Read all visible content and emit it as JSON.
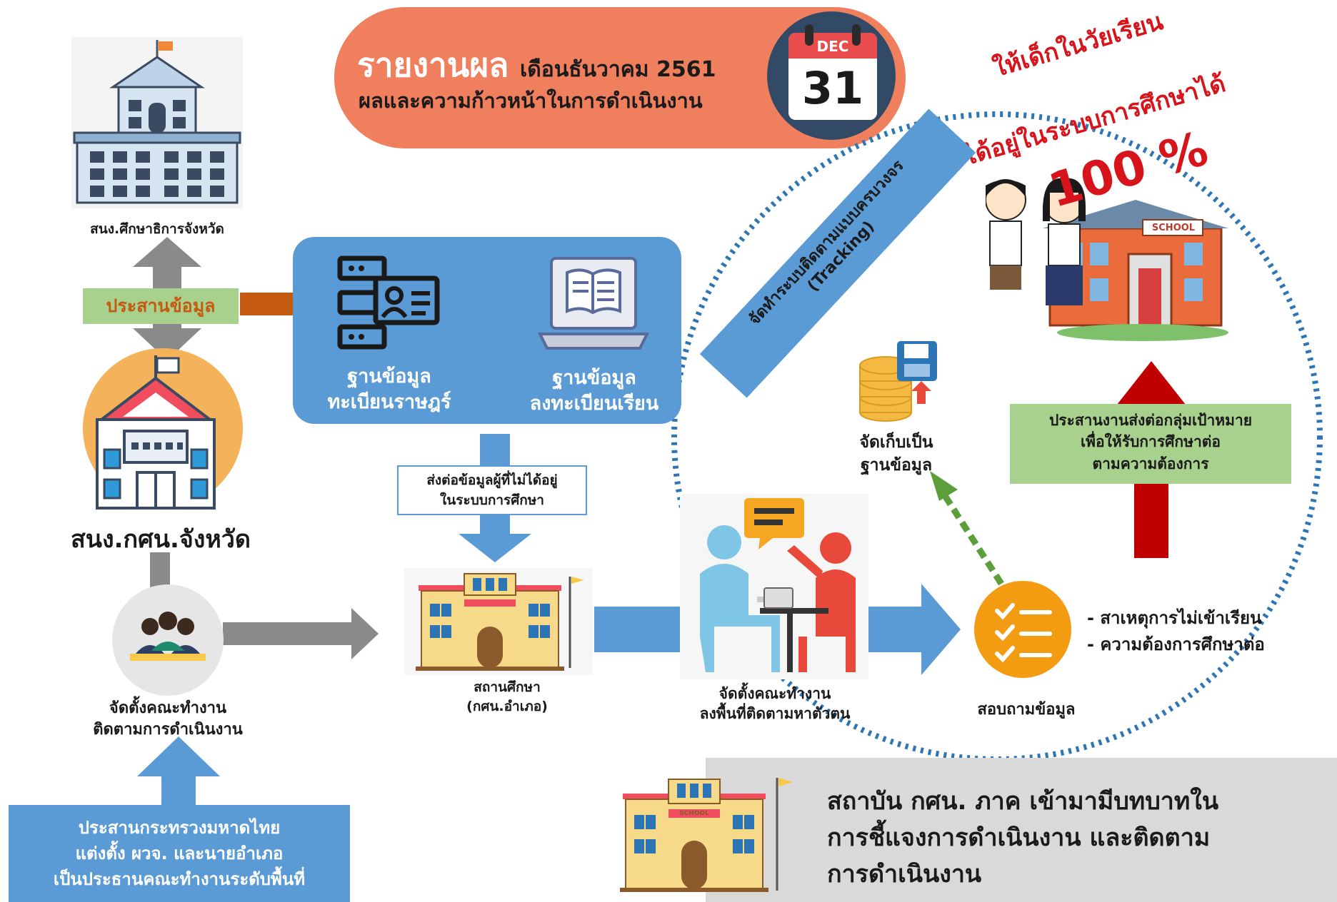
{
  "header": {
    "title": "รายงานผล",
    "month": "เดือนธันวาคม 2561",
    "subtitle": "ผลและความก้าวหน้าในการดำเนินงาน",
    "calendar_month": "DEC",
    "calendar_day": "31"
  },
  "provincial_office": {
    "label": "สนง.ศึกษาธิการจังหวัด"
  },
  "coordinate_label": "ประสานข้อมูล",
  "database_panel": {
    "item1_line1": "ฐานข้อมูล",
    "item1_line2": "ทะเบียนราษฎร์",
    "item2_line1": "ฐานข้อมูล",
    "item2_line2": "ลงทะเบียนเรียน"
  },
  "tracking_banner": {
    "line1": "จัดทำระบบติดตามแบบครบวงจร",
    "line2": "(Tracking)"
  },
  "goal": {
    "line1": "ให้เด็กในวัยเรียน",
    "line2": "ได้อยู่ในระบบการศึกษาได้",
    "percent": "100 %",
    "school_sign": "SCHOOL"
  },
  "nfe_office": {
    "label": "สนง.กศน.จังหวัด"
  },
  "forward_box": {
    "line1": "ส่งต่อข้อมูลผู้ที่ไม่ได้อยู่",
    "line2": "ในระบบการศึกษา"
  },
  "store_db": {
    "line1": "จัดเก็บเป็น",
    "line2": "ฐานข้อมูล"
  },
  "coordinate_target_box": {
    "line1": "ประสานงานส่งต่อกลุ่มเป้าหมาย",
    "line2": "เพื่อให้รับการศึกษาต่อ",
    "line3": "ตามความต้องการ"
  },
  "working_group": {
    "line1": "จัดตั้งคณะทำงาน",
    "line2": "ติดตามการดำเนินงาน"
  },
  "institution": {
    "line1": "สถานศึกษา",
    "line2": "(กศน.อำเภอ)"
  },
  "field_team": {
    "line1": "จัดตั้งคณะทำงาน",
    "line2": "ลงพื้นที่ติดตามหาตัวตน"
  },
  "survey": {
    "label": "สอบถามข้อมูล",
    "bullet1": "- สาเหตุการไม่เข้าเรียน",
    "bullet2": "- ความต้องการศึกษาต่อ"
  },
  "interior_box": {
    "line1": "ประสานกระทรวงมหาดไทย",
    "line2": "แต่งตั้ง ผวจ. และนายอำเภอ",
    "line3": "เป็นประธานคณะทำงานระดับพื้นที่"
  },
  "regional_institute": {
    "line1": "สถาบัน กศน. ภาค เข้ามามีบทบาทใน",
    "line2": "การชี้แจงการดำเนินงาน และติดตาม",
    "line3": "การดำเนินงาน",
    "school_sign": "SCHOOL"
  },
  "colors": {
    "header_bg": "#f07f5e",
    "header_title": "#ffffff",
    "panel_blue": "#5b9bd5",
    "tracking_blue": "#5b9bd5",
    "goal_red": "#d7141b",
    "green_box": "#a9d18e",
    "arrow_orange": "#c55a11",
    "arrow_gray": "#8a8a8a",
    "red_arrow": "#c00000",
    "dotted_circle": "#2e75b6",
    "gray_panel": "#d9d9d9"
  }
}
